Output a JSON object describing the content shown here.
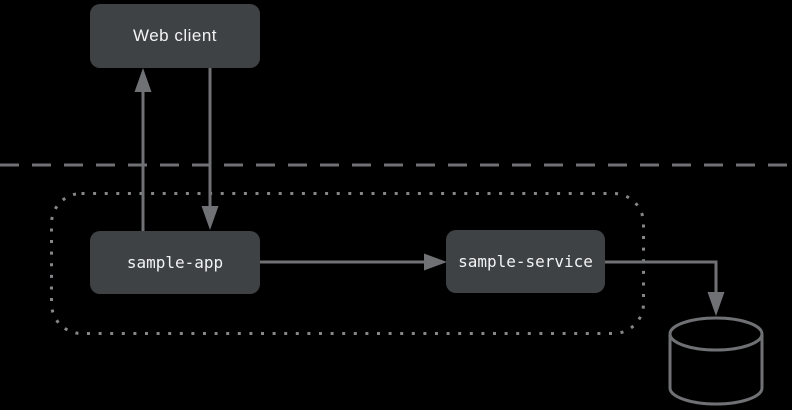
{
  "colors": {
    "bg": "#000000",
    "node-fill": "#3f4245",
    "node-text": "#f2f3f4",
    "line": "#6f7174",
    "boundary-dash": "#6f7174",
    "cluster-dot": "#85878a"
  },
  "diagram": {
    "nodes": {
      "web_client": {
        "label": "Web client"
      },
      "sample_app": {
        "label": "sample-app"
      },
      "sample_service": {
        "label": "sample-service"
      }
    },
    "icons": {
      "database": "database-cylinder-icon"
    },
    "edges": [
      {
        "from": "sample-app",
        "to": "web-client",
        "direction": "up"
      },
      {
        "from": "web-client",
        "to": "sample-app",
        "direction": "down"
      },
      {
        "from": "sample-app",
        "to": "sample-service",
        "direction": "right"
      },
      {
        "from": "sample-service",
        "to": "database",
        "direction": "elbow-down"
      }
    ]
  }
}
